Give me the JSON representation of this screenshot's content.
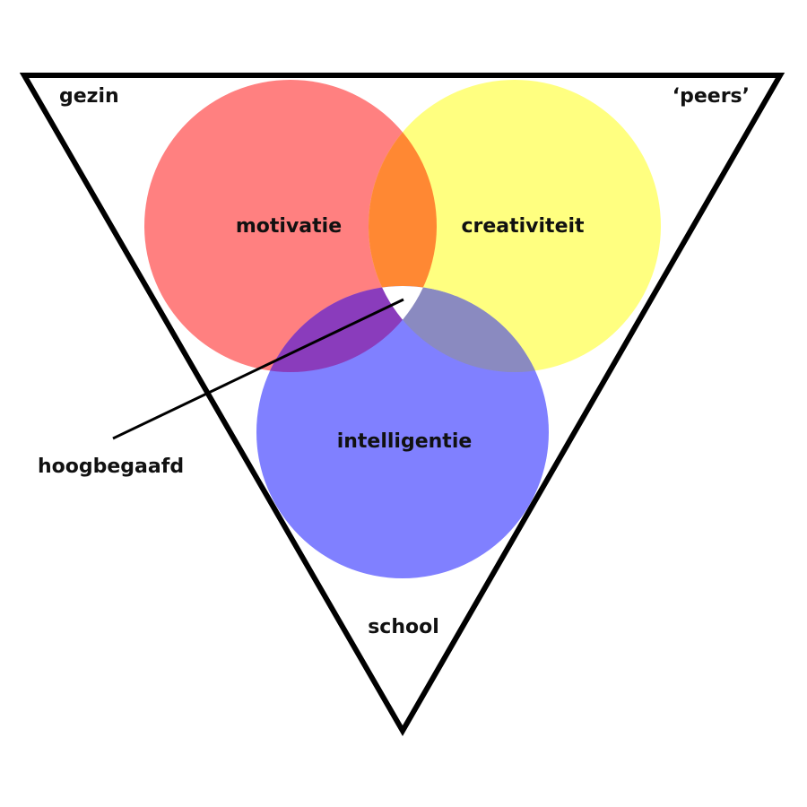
{
  "corners": {
    "top_left": "gezin",
    "top_right": "‘peers’",
    "bottom": "school"
  },
  "circles": {
    "motivation": {
      "label": "motivatie",
      "color": "#ff8080"
    },
    "creativity": {
      "label": "creativiteit",
      "color": "#ffff80"
    },
    "intelligence": {
      "label": "intelligentie",
      "color": "#8080ff"
    }
  },
  "overlaps": {
    "motivation_creativity": "#ff8833",
    "motivation_intelligence": "#8a3cbc",
    "creativity_intelligence": "#8a8ac0",
    "center": "#ffffff"
  },
  "pointer": {
    "label": "hoogbegaafd"
  },
  "frame_color": "#000000"
}
